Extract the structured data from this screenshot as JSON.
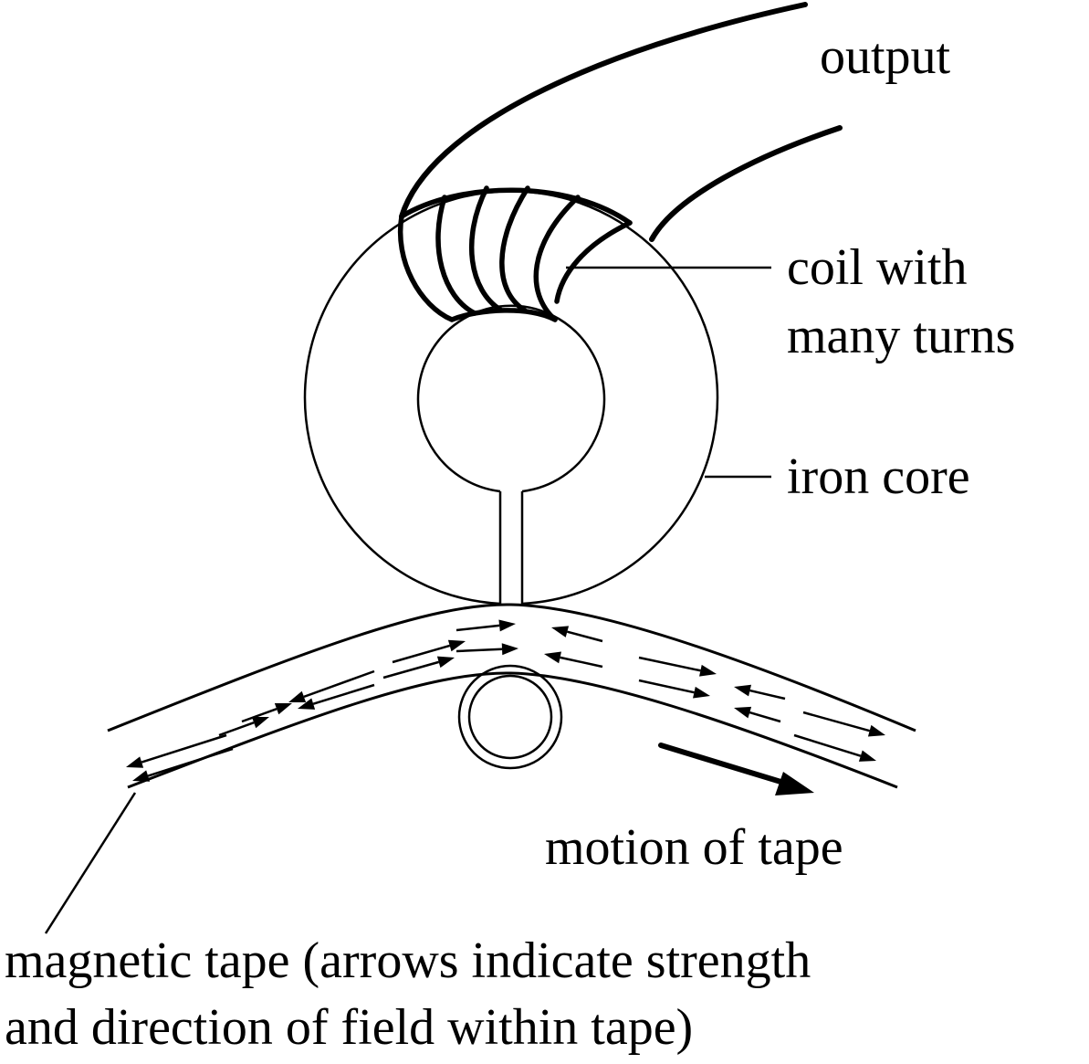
{
  "labels": {
    "output": "output",
    "coil_line1": "coil with",
    "coil_line2": "many turns",
    "iron_core": "iron core",
    "motion": "motion of tape",
    "tape_line1": "magnetic tape (arrows indicate strength",
    "tape_line2": "and direction of field within tape)"
  }
}
